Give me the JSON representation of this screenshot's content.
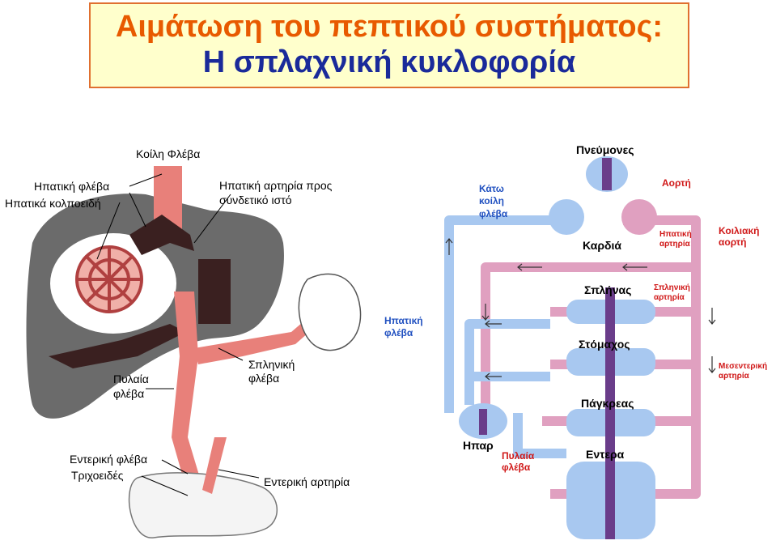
{
  "title": {
    "line1": "Αιμάτωση του πεπτικού συστήματος:",
    "line2": "Η σπλαχνική κυκλοφορία"
  },
  "left_diagram": {
    "labels": {
      "koili_fleva": "Κοίλη Φλέβα",
      "ipatiki_fleva": "Ηπατική φλέβα",
      "ipatika_kolpoeidi": "Ηπατικά κολποειδή",
      "ipatiki_artiria_line1": "Ηπατική αρτηρία προς",
      "ipatiki_artiria_line2": "συνδετικό ιστό",
      "splinikl_line1": "Σπληνική",
      "splinikl_line2": "φλέβα",
      "pylaia_line1": "Πυλαία",
      "pylaia_line2": "φλέβα",
      "enteriki_fleva": "Εντερική φλέβα",
      "trichoeidis": "Τριχοειδές",
      "enteriki_artiria": "Εντερική αρτηρία"
    }
  },
  "right_diagram": {
    "labels": {
      "pnevmones": "Πνεύμονες",
      "kato_line1": "Κάτω",
      "kato_line2": "κοίλη",
      "kato_line3": "φλέβα",
      "aorti": "Αορτή",
      "kardia": "Καρδιά",
      "ipatiki_art_line1": "Ηπατική",
      "ipatiki_art_line2": "αρτηρία",
      "koiliaki_line1": "Κοιλιακή",
      "koiliaki_line2": "αορτή",
      "splinas": "Σπλήνας",
      "splin_art_line1": "Σπληνική",
      "splin_art_line2": "αρτηρία",
      "ipatiki_fleva_line1": "Ηπατική",
      "ipatiki_fleva_line2": "φλέβα",
      "stomachos": "Στόμαχος",
      "mesent_line1": "Μεσεντερική",
      "mesent_line2": "αρτηρία",
      "pagkreas": "Πάγκρεας",
      "ipar": "Ηπαρ",
      "pylaia_line1": "Πυλαία",
      "pylaia_line2": "φλέβα",
      "entera": "Εντερα"
    }
  },
  "colors": {
    "title_orange": "#e85a00",
    "title_navy": "#1a2a9a",
    "liver_gray": "#6b6b6b",
    "vessel_red": "#e8807a",
    "vein_dark": "#3a2020",
    "artery_pink": "#e0a0c0",
    "vein_blue": "#a8c8f0",
    "organ_purple": "#6a3d8a"
  }
}
